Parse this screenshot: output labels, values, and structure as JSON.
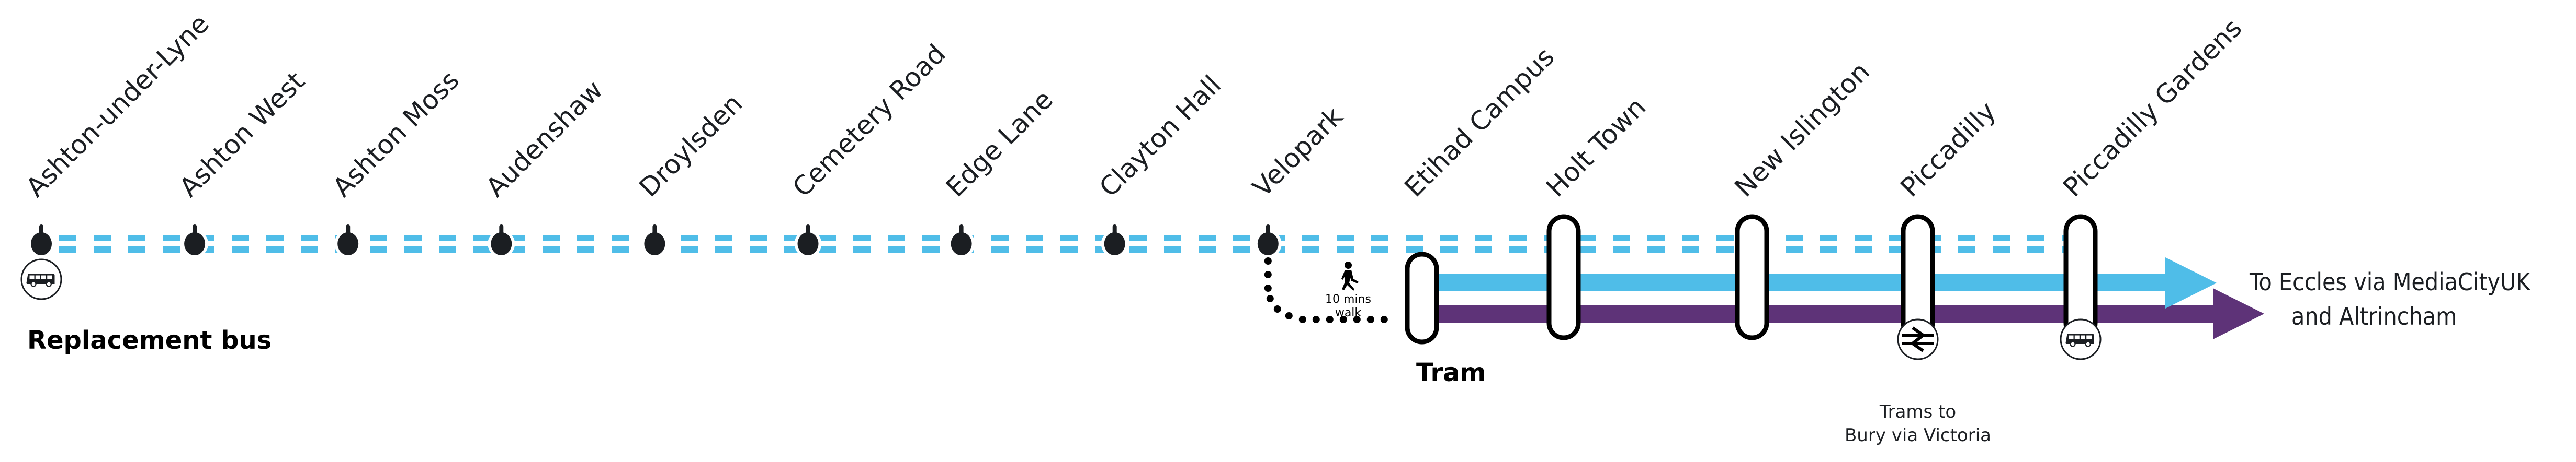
{
  "colors": {
    "replacement_bus_line": "#4fbde8",
    "tram_blue_line": "#4fbde8",
    "tram_purple_line": "#5e3378",
    "stop_marker": "#1b1e22",
    "tram_stop_outline": "#000000",
    "background": "#ffffff"
  },
  "bus_section": {
    "label": "Replacement bus",
    "line_style": "dashed-double",
    "stations": [
      {
        "name": "Ashton-under-Lyne",
        "icon": "bus-icon"
      },
      {
        "name": "Ashton West"
      },
      {
        "name": "Ashton Moss"
      },
      {
        "name": "Audenshaw"
      },
      {
        "name": "Droylsden"
      },
      {
        "name": "Cemetery Road"
      },
      {
        "name": "Edge Lane"
      },
      {
        "name": "Clayton Hall"
      },
      {
        "name": "Velopark"
      }
    ]
  },
  "walk_link": {
    "icon": "walking-person-icon",
    "line1": "10 mins",
    "line2": "walk"
  },
  "tram_section": {
    "label": "Tram",
    "stations": [
      {
        "name": "Etihad Campus"
      },
      {
        "name": "Holt Town"
      },
      {
        "name": "New Islington"
      },
      {
        "name": "Piccadilly",
        "icon": "national-rail-icon",
        "note_line1": "Trams to",
        "note_line2": "Bury via Victoria"
      },
      {
        "name": "Piccadilly Gardens",
        "icon": "bus-icon"
      }
    ]
  },
  "destination": {
    "line1": "To Eccles via MediaCityUK",
    "line2": "and Altrincham"
  }
}
